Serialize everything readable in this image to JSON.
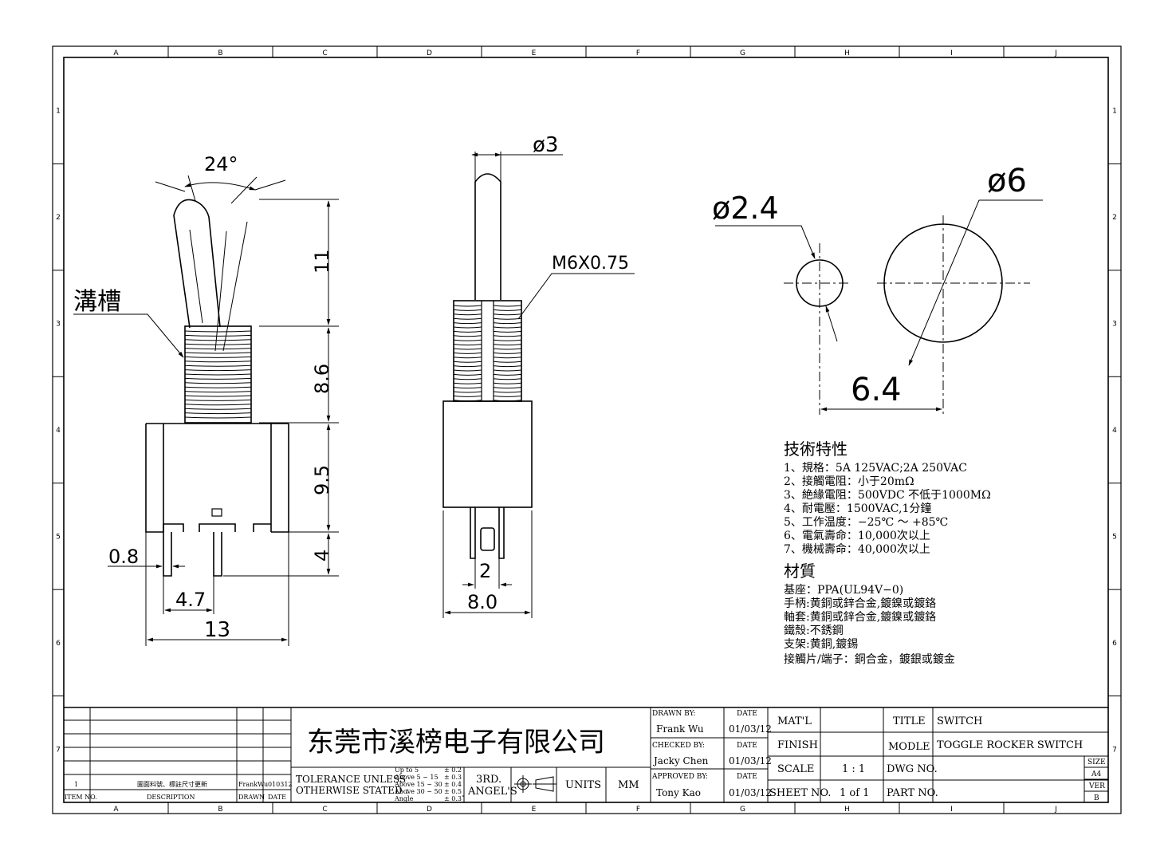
{
  "border": {
    "columns": [
      "A",
      "B",
      "C",
      "D",
      "E",
      "F",
      "G",
      "H",
      "I",
      "J"
    ],
    "rows": [
      "1",
      "2",
      "3",
      "4",
      "5",
      "6",
      "7"
    ]
  },
  "dimensions": {
    "angle": "24°",
    "stem_length": "11",
    "bushing_length": "8.6",
    "body_height": "9.5",
    "terminal_length": "4",
    "terminal_width": "0.8",
    "terminal_pitch": "4.7",
    "body_width": "13",
    "lever_dia": "ø3",
    "thread": "M6X0.75",
    "slot_width": "2",
    "body_depth": "8.0",
    "hole_small": "ø2.4",
    "hole_large": "ø6",
    "hole_spacing": "6.4"
  },
  "callout": "溝槽",
  "specs": {
    "heading": "技術特性",
    "items": [
      "1、規格：5A 125VAC;2A 250VAC",
      "2、接觸電阻：小于20mΩ",
      "3、絶緣電阻：500VDC 不低于1000MΩ",
      "4、耐電壓：1500VAC,1分鐘",
      "5、工作温度：−25℃ ～ +85℃",
      "6、電氣壽命：10,000次以上",
      "7、機械壽命：40,000次以上"
    ]
  },
  "materials": {
    "heading": "材質",
    "items": [
      "基座：PPA(UL94V−0)",
      "手柄:黄銅或鋅合金,鍍鎳或鍍鉻",
      "軸套:黄銅或鋅合金,鍍鎳或鍍鉻",
      "鐵殼:不銹鋼",
      "支架:黄銅,鍍錫",
      "接觸片/端子：銅合金，鍍銀或鍍金"
    ]
  },
  "title_block": {
    "company": "东莞市溪榜电子有限公司",
    "revision": {
      "item_no": "1",
      "description": "圖面料號、標註尺寸更新",
      "drawn": "FrankWu",
      "date": "010312",
      "headers": {
        "item_no": "ITEM NO.",
        "description": "DESCRIPTION",
        "drawn": "DRAWN",
        "date": "DATE"
      }
    },
    "tolerance": {
      "label1": "TOLERANCE UNLESS",
      "label2": "OTHERWISE STATED :",
      "ranges": [
        "Up  to  5",
        "Above 5  ~ 15",
        "Above 15 ~ 30",
        "Above 30 ~ 50",
        "Angle"
      ],
      "values": [
        "± 0.2",
        "± 0.3",
        "± 0.4",
        "± 0.5",
        "± 0.3˚"
      ]
    },
    "projection": {
      "line1": "3RD.",
      "line2": "ANGEL'S"
    },
    "units_label": "UNITS",
    "units_value": "MM",
    "drawn_by_label": "DRAWN BY:",
    "drawn_by": "Frank Wu",
    "checked_by_label": "CHECKED BY:",
    "checked_by": "Jacky Chen",
    "approved_by_label": "APPROVED BY:",
    "approved_by": "Tony Kao",
    "date_label": "DATE",
    "dates": [
      "01/03/12",
      "01/03/12",
      "01/03/12"
    ],
    "matl_label": "MAT'L",
    "finish_label": "FINISH",
    "scale_label": "SCALE",
    "scale": "1 : 1",
    "sheet_label": "SHEET NO.",
    "sheet": "1 of 1",
    "title_label": "TITLE",
    "title": "SWITCH",
    "model_label": "MODLE",
    "model": "TOGGLE ROCKER SWITCH",
    "dwg_label": "DWG NO.",
    "part_label": "PART NO.",
    "size_label": "SIZE",
    "size": "A4",
    "ver_label": "VER",
    "ver": "B"
  }
}
